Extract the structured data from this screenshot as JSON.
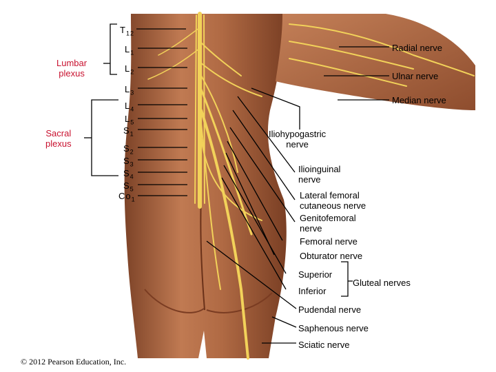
{
  "plexus": {
    "lumbar": "Lumbar\nplexus",
    "sacral": "Sacral\nplexus"
  },
  "spinal_levels": [
    "T12",
    "L1",
    "L2",
    "L3",
    "L4",
    "L5",
    "S1",
    "S2",
    "S3",
    "S4",
    "S5",
    "Co1"
  ],
  "labels": {
    "radial": "Radial nerve",
    "ulnar": "Ulnar nerve",
    "median": "Median nerve",
    "iliohypogastric": "Iliohypogastric\nnerve",
    "ilioinguinal": "Ilioinguinal\nnerve",
    "lateral_femoral": "Lateral femoral\ncutaneous nerve",
    "genitofemoral": "Genitofemoral\nnerve",
    "femoral": "Femoral nerve",
    "obturator": "Obturator nerve",
    "superior": "Superior",
    "inferior": "Inferior",
    "gluteal": "Gluteal nerves",
    "pudendal": "Pudendal nerve",
    "saphenous": "Saphenous nerve",
    "sciatic": "Sciatic nerve"
  },
  "copyright": "© 2012 Pearson Education, Inc.",
  "colors": {
    "label_accent": "#c8102e",
    "nerve": "#f2d25a",
    "skin": "#b9714b"
  }
}
